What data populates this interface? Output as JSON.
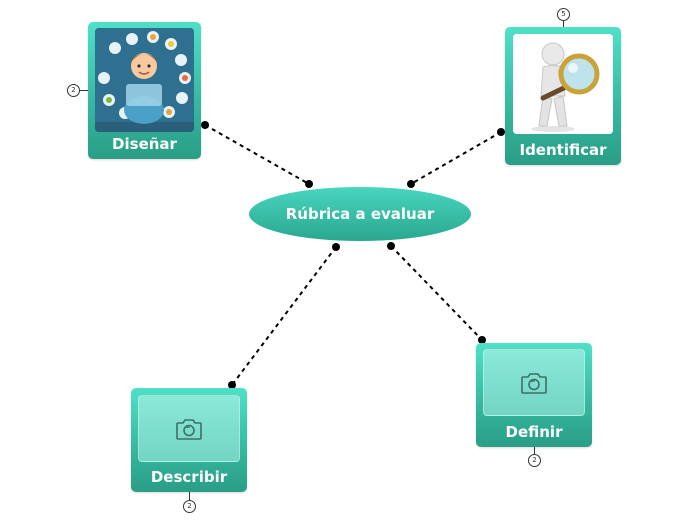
{
  "center": {
    "label": "Rúbrica a evaluar"
  },
  "nodes": {
    "disenar": {
      "label": "Diseñar",
      "badge": "2",
      "image": "person-with-icons-illustration"
    },
    "identificar": {
      "label": "Identificar",
      "badge": "5",
      "image": "figure-with-magnifier-illustration"
    },
    "describir": {
      "label": "Describir",
      "badge": "2",
      "image": "camera-icon"
    },
    "definir": {
      "label": "Definir",
      "badge": "2",
      "image": "camera-icon"
    }
  },
  "colors": {
    "node_top": "#4fe0c8",
    "node_bottom": "#2a9d86",
    "center_top": "#48d6bf",
    "center_bottom": "#2aa78f",
    "connector": "#000000"
  }
}
